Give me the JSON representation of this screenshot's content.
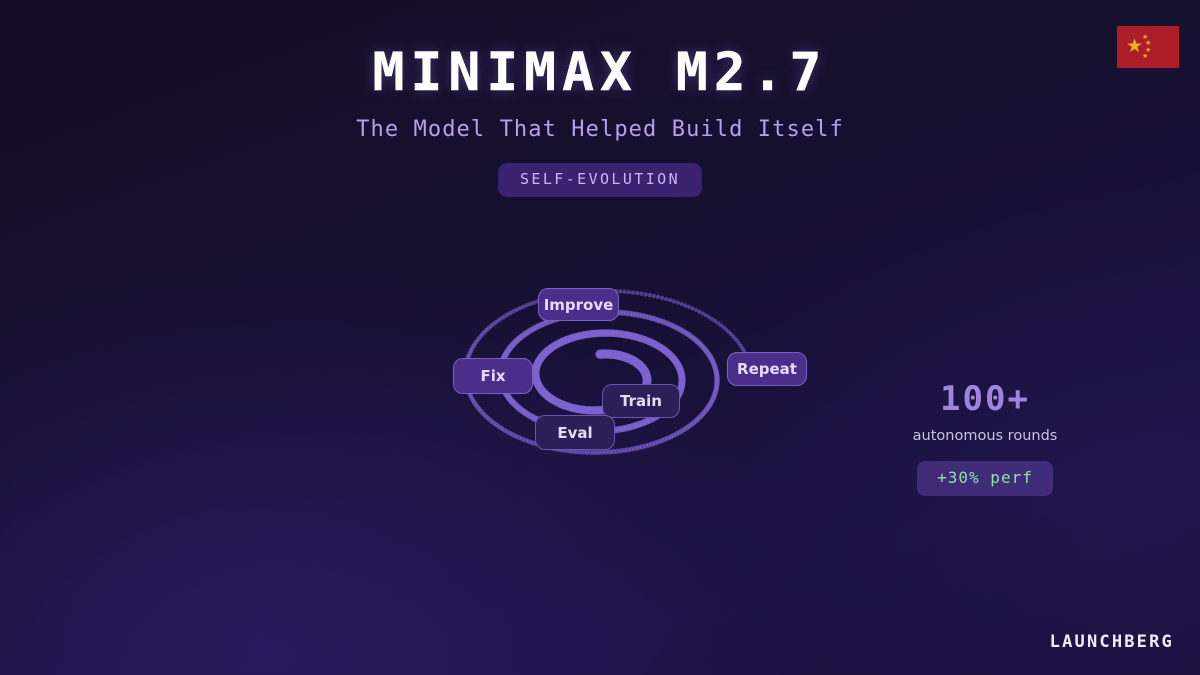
{
  "header": {
    "title": "MINIMAX M2.7",
    "subtitle": "The Model That Helped Build Itself",
    "badge": "SELF-EVOLUTION"
  },
  "flag": {
    "name": "china-flag",
    "field_color": "#ad1d28",
    "star_color": "#e8b41e"
  },
  "diagram": {
    "name": "self-evolution-spiral",
    "nodes": [
      {
        "label": "Improve",
        "style": "bright"
      },
      {
        "label": "Fix",
        "style": "bright"
      },
      {
        "label": "Repeat",
        "style": "bright"
      },
      {
        "label": "Train",
        "style": "dark"
      },
      {
        "label": "Eval",
        "style": "dark"
      }
    ],
    "spiral_color": "#7d62cf"
  },
  "stats": {
    "value": "100+",
    "label": "autonomous rounds",
    "perf_badge": "+30% perf",
    "value_color": "#9f84df",
    "perf_color": "#8ee0a6"
  },
  "footer": {
    "brand": "LAUNCHBERG"
  },
  "theme": {
    "background_top": "#150e28",
    "background_bottom": "#1b1243",
    "accent": "#7d62cf",
    "badge_bg": "#3a2270"
  }
}
